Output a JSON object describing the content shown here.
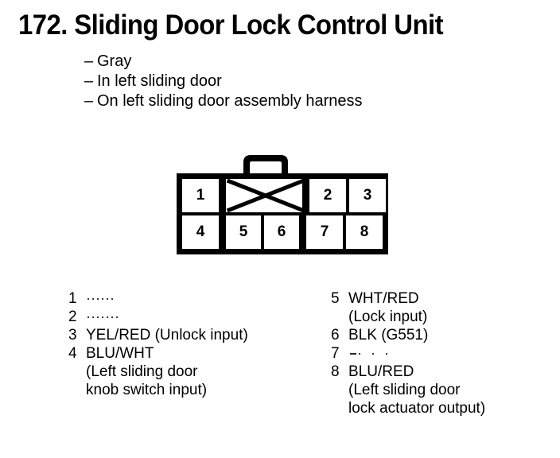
{
  "page": {
    "number": "172.",
    "title": "Sliding Door Lock Control Unit"
  },
  "description": {
    "dash": "–",
    "items": [
      "Gray",
      "In left sliding door",
      "On left sliding door assembly harness"
    ]
  },
  "connector": {
    "name": "8-pin connector",
    "top_row": [
      "1",
      "",
      "2",
      "3"
    ],
    "bottom_row": [
      "4",
      "5",
      "6",
      "7",
      "8"
    ],
    "blocked_cell_label": "",
    "latch_label": "locking tab"
  },
  "pins": {
    "left_column": [
      {
        "number": "1",
        "label": "",
        "unused": true,
        "mark": "short",
        "continuations": []
      },
      {
        "number": "2",
        "label": "",
        "unused": true,
        "mark": "mid",
        "continuations": []
      },
      {
        "number": "3",
        "label": "YEL/RED (Unlock input)",
        "unused": false,
        "mark": "",
        "continuations": []
      },
      {
        "number": "4",
        "label": "BLU/WHT",
        "unused": false,
        "mark": "",
        "continuations": [
          "(Left sliding door",
          "knob switch input)"
        ]
      }
    ],
    "right_column": [
      {
        "number": "5",
        "label": "WHT/RED",
        "unused": false,
        "mark": "",
        "continuations": [
          "(Lock input)"
        ]
      },
      {
        "number": "6",
        "label": "BLK (G551)",
        "unused": false,
        "mark": "",
        "continuations": []
      },
      {
        "number": "7",
        "label": "",
        "unused": true,
        "mark": "long",
        "continuations": []
      },
      {
        "number": "8",
        "label": "BLU/RED",
        "unused": false,
        "mark": "",
        "continuations": [
          "(Left sliding door",
          "lock actuator output)"
        ]
      }
    ]
  },
  "colors": {
    "ink": "#000000",
    "paper": "#ffffff",
    "faint": "#3a3a3a"
  }
}
